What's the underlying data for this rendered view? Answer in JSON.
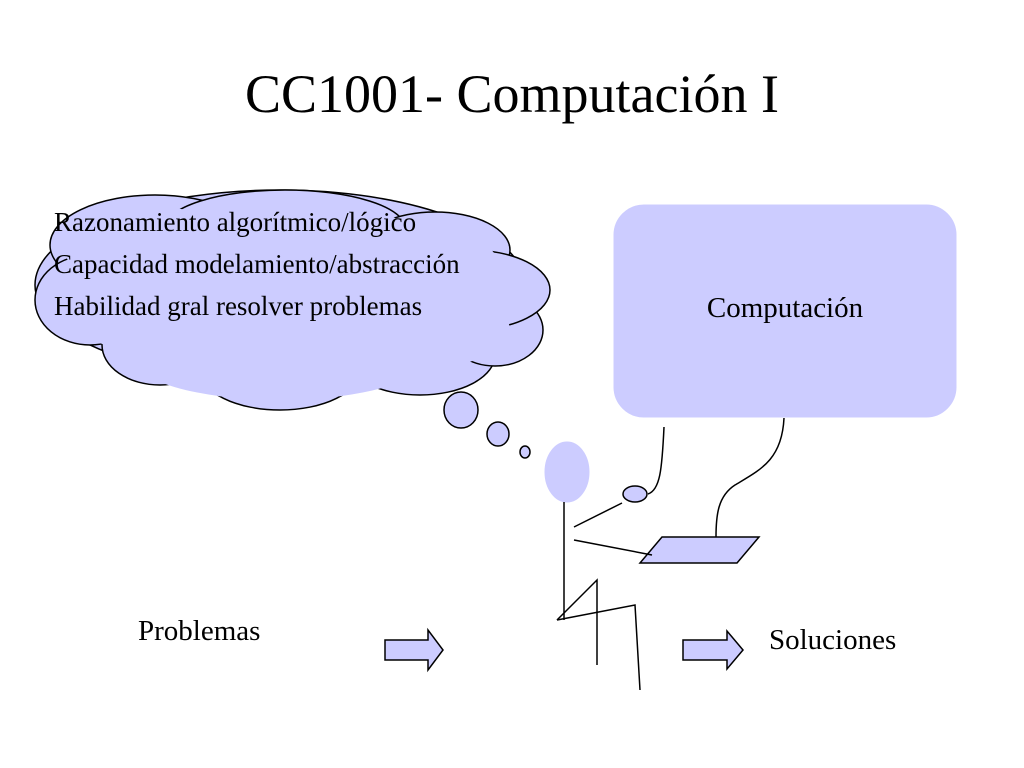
{
  "title": "CC1001- Computación I",
  "thought_bubble": {
    "lines": [
      "Razonamiento algorítmico/lógico",
      "Capacidad modelamiento/abstracción",
      "Habilidad gral resolver problemas"
    ]
  },
  "computer_box": {
    "label": "Computación"
  },
  "input_label": "Problemas",
  "output_label": "Soluciones",
  "colors": {
    "fill": "#ccccff",
    "stroke": "#000000",
    "background": "#ffffff"
  }
}
